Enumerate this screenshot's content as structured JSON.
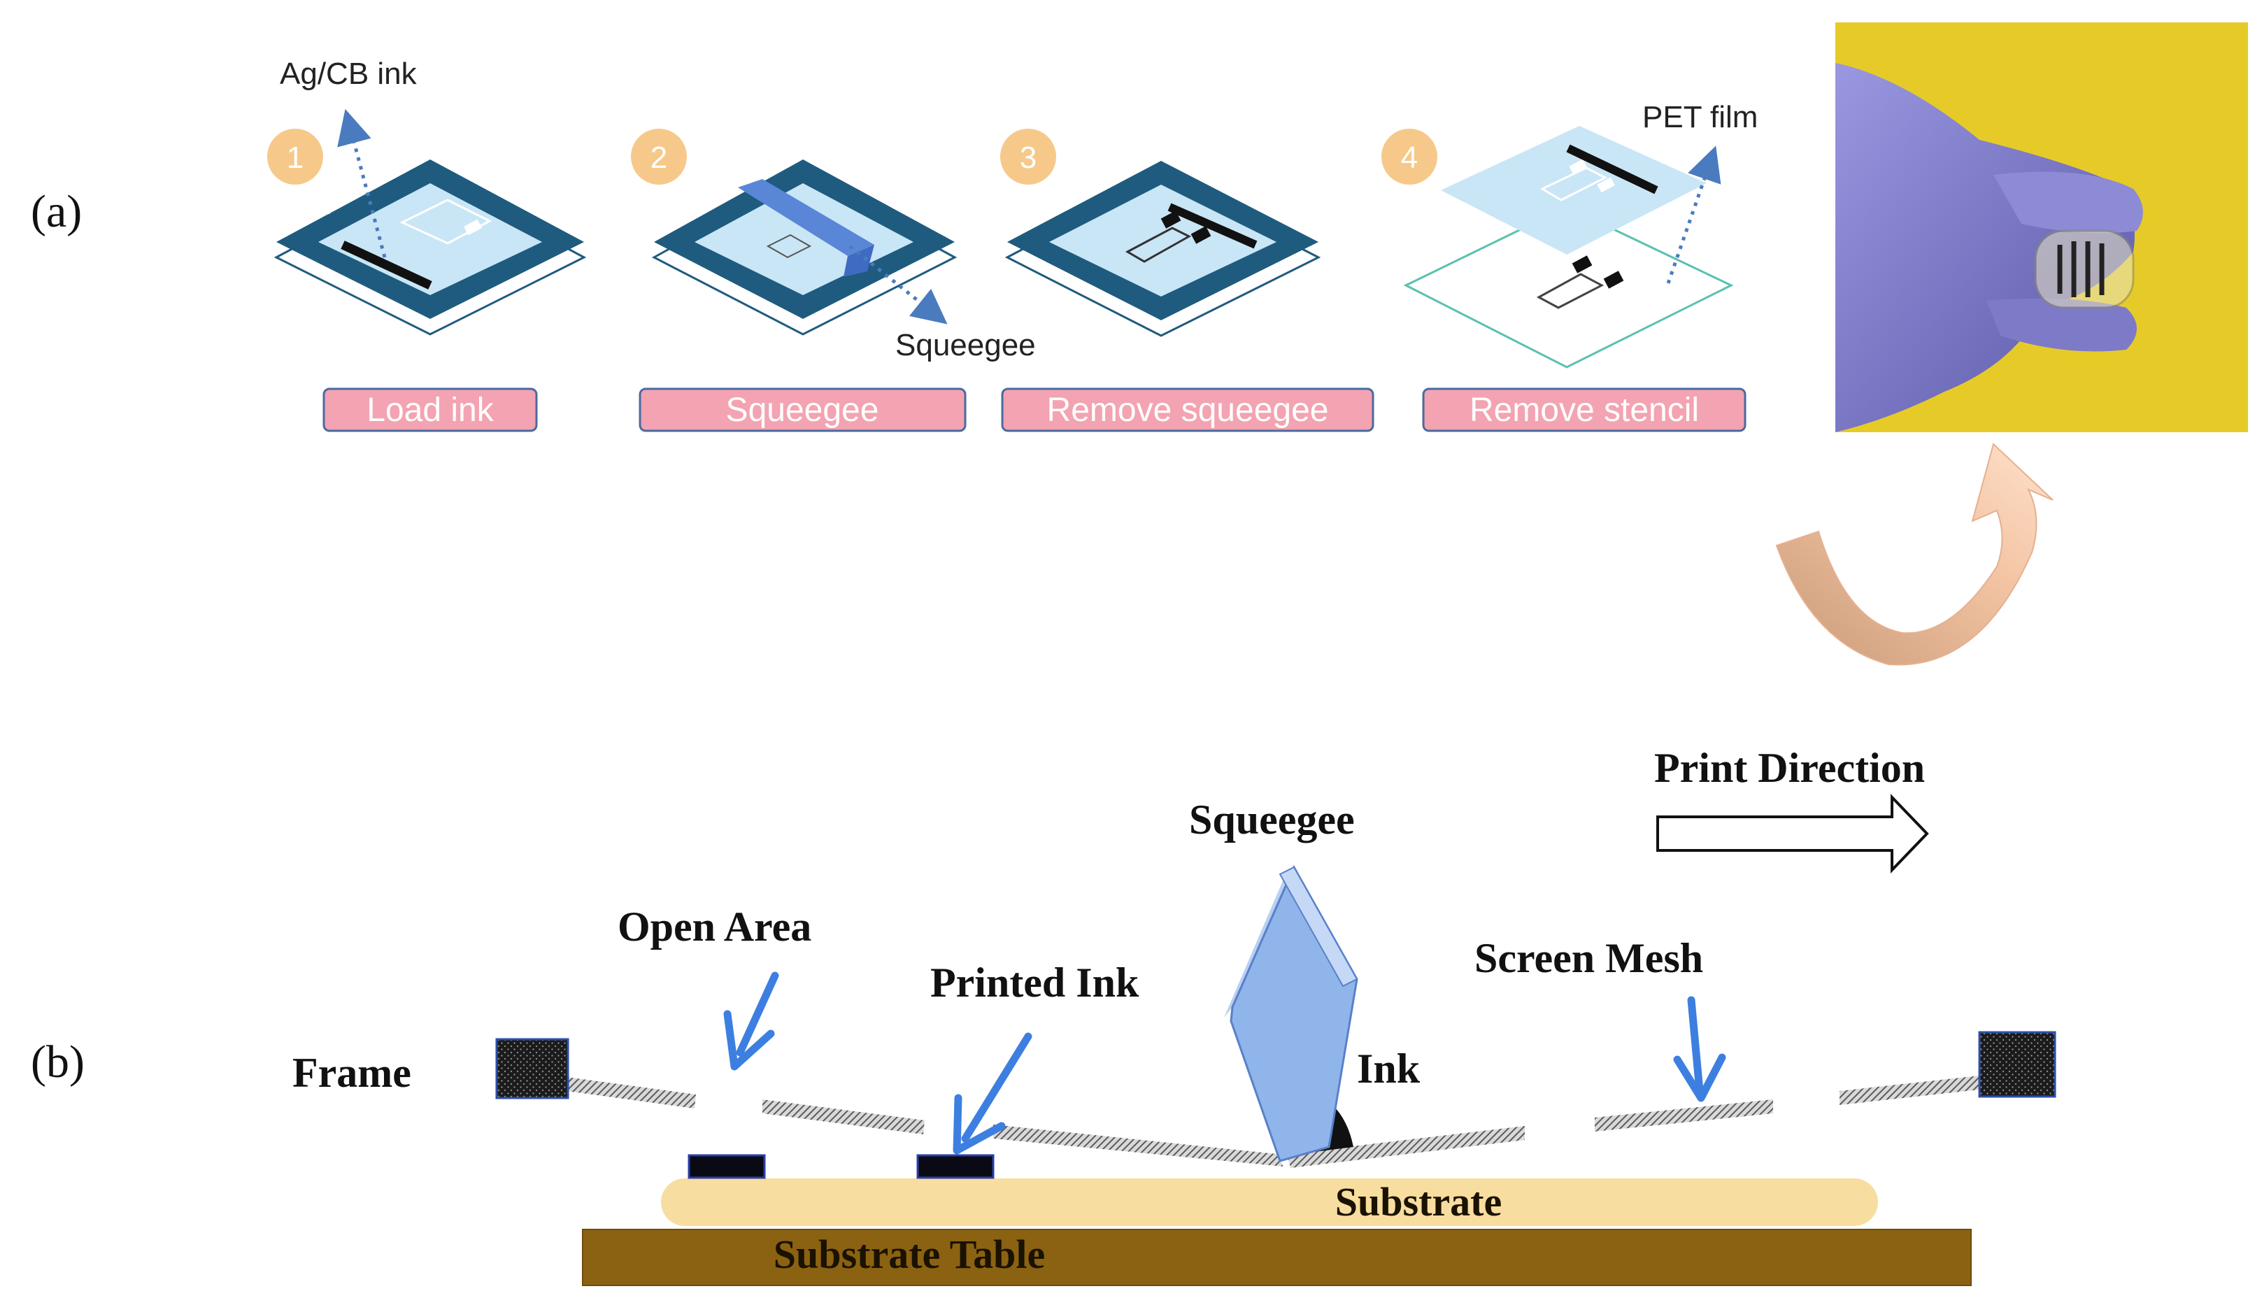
{
  "panel_a": {
    "label": "(a)",
    "ink_label": "Ag/CB ink",
    "squeegee_label": "Squeegee",
    "pet_label": "PET film",
    "steps": [
      {
        "number": "1",
        "caption": "Load ink"
      },
      {
        "number": "2",
        "caption": "Squeegee"
      },
      {
        "number": "3",
        "caption": "Remove squeegee"
      },
      {
        "number": "4",
        "caption": "Remove stencil"
      }
    ]
  },
  "panel_b": {
    "label": "(b)",
    "print_direction": "Print Direction",
    "squeegee": "Squeegee",
    "open_area": "Open Area",
    "printed_ink": "Printed Ink",
    "screen_mesh": "Screen Mesh",
    "frame": "Frame",
    "ink": "Ink",
    "substrate": "Substrate",
    "substrate_table": "Substrate Table"
  },
  "colors": {
    "frame_dark_blue": "#1f5b7e",
    "stencil_light_blue": "#c9e6f6",
    "step_circle": "#f6c98a",
    "caption_pink": "#f3a3b1",
    "arrow_blue": "#3d7fe0",
    "squeegee_blue": "#8fb5ea",
    "substrate_yellow": "#f8dda0",
    "table_brown": "#8b6212",
    "photo_yellow": "#e0c51c",
    "glove_purple": "#7a77c8"
  }
}
